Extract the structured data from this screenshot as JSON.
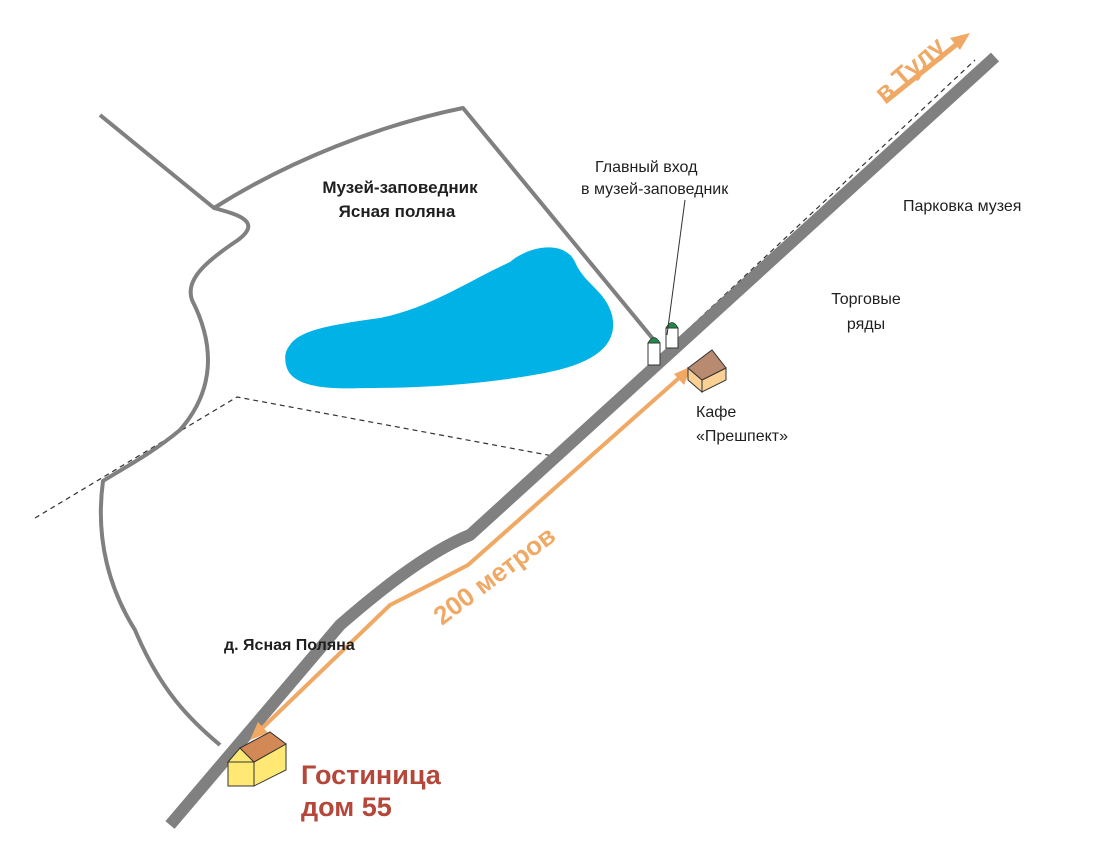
{
  "labels": {
    "museum_line1": "Музей-заповедник",
    "museum_line2": "Ясная поляна",
    "entrance_line1": "Главный вход",
    "entrance_line2": "в музей-заповедник",
    "parking": "Парковка музея",
    "shops_line1": "Торговые",
    "shops_line2": "ряды",
    "cafe_line1": "Кафе",
    "cafe_line2": "«Прешпект»",
    "distance": "200 метров",
    "to_tula": "в Тулу",
    "village": "д. Ясная Поляна",
    "hotel_line1": "Гостиница",
    "hotel_line2": "дом 55"
  },
  "colors": {
    "road": "#808080",
    "boundary": "#808080",
    "pond": "#00b2e6",
    "route_arrow": "#f0a965",
    "hotel_text": "#b5473a",
    "text": "#1f1f1f",
    "building_wall": "#ffe873",
    "building_roof": "#d38955",
    "cafe_wall": "#fbd095",
    "cafe_roof": "#b88a70",
    "gate_cap": "#1f8a4a"
  },
  "icons": {
    "hotel": "house-icon",
    "cafe": "house-icon",
    "entrance": "gate-pillar-icon"
  }
}
